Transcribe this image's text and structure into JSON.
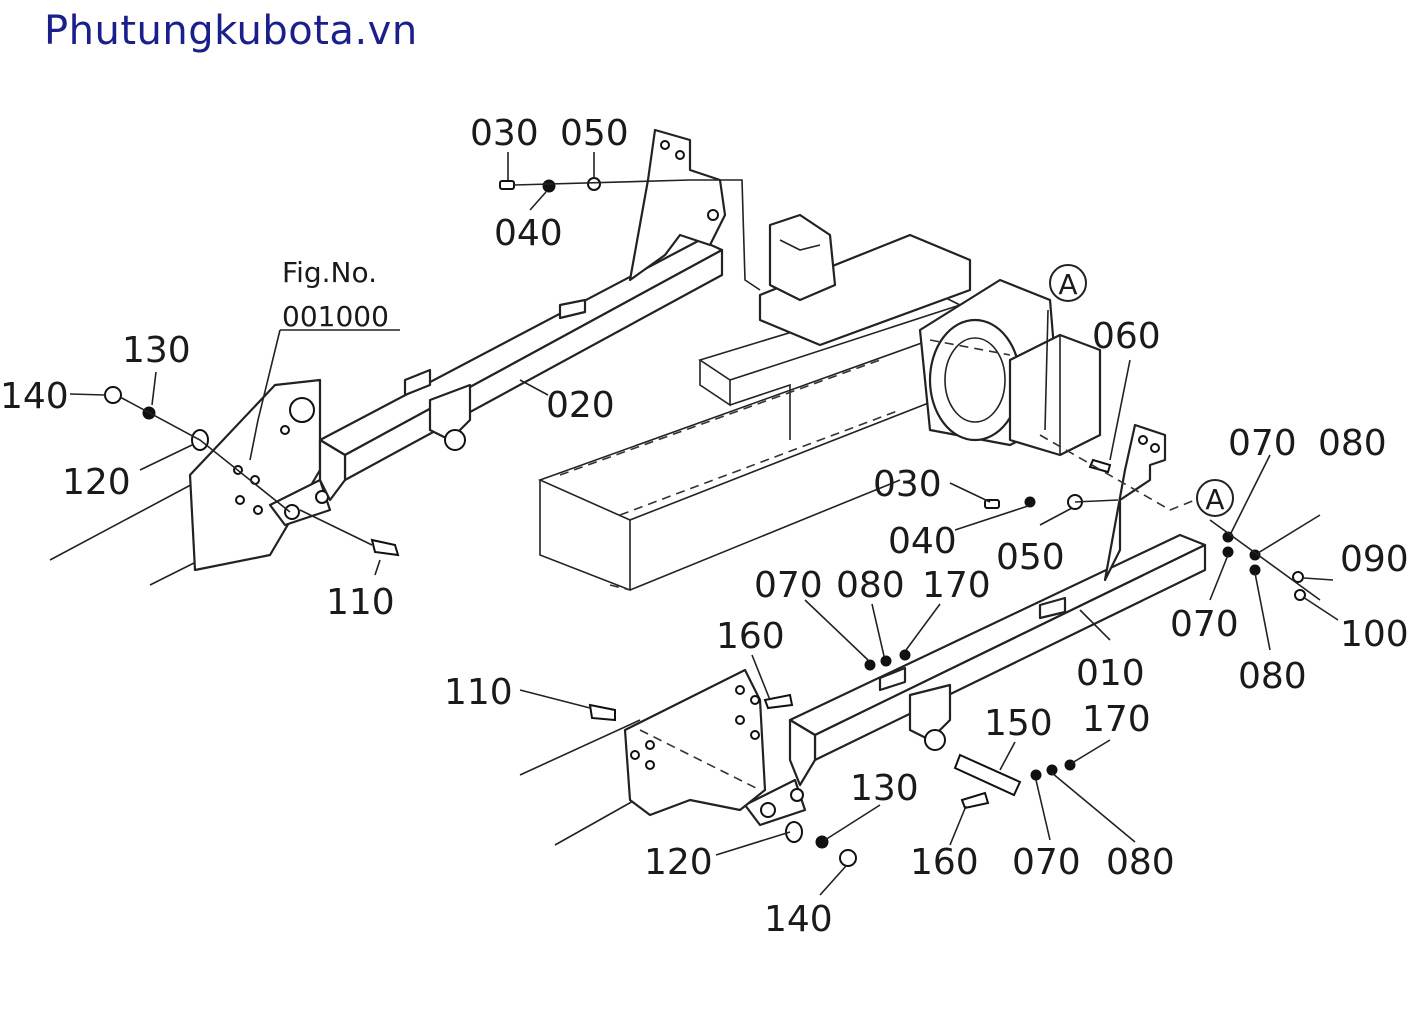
{
  "watermark": "Phutungkubota.vn",
  "reference": {
    "line1": "Fig.No.",
    "line2": "001000"
  },
  "section_marker": "A",
  "labels": {
    "l030a": "030",
    "l050a": "050",
    "l040a": "040",
    "l020": "020",
    "l130a": "130",
    "l140a": "140",
    "l120a": "120",
    "l110a": "110",
    "l060": "060",
    "l030b": "030",
    "l040b": "040",
    "l050b": "050",
    "l070a": "070",
    "l080a": "080",
    "l090": "090",
    "l070b": "070",
    "l080b": "080",
    "l100": "100",
    "l010": "010",
    "l070c": "070",
    "l080c": "080",
    "l170a": "170",
    "l160a": "160",
    "l110b": "110",
    "l150": "150",
    "l170b": "170",
    "l130b": "130",
    "l120b": "120",
    "l140b": "140",
    "l160b": "160",
    "l070d": "070",
    "l080d": "080"
  }
}
